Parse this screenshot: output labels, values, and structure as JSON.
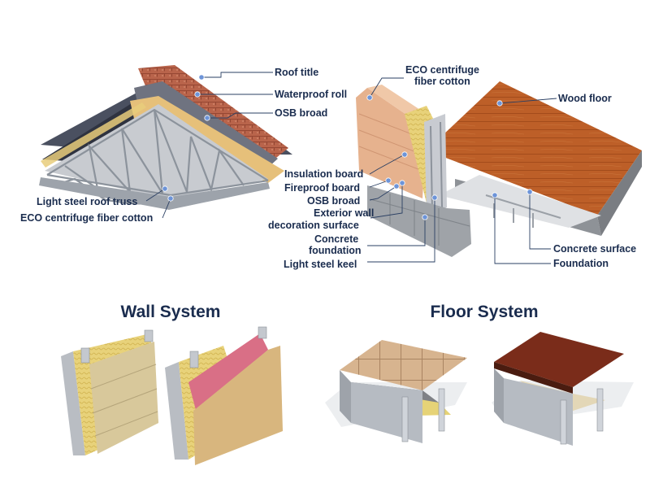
{
  "roof_labels": {
    "roof_tile": "Roof title",
    "waterproof_roll": "Waterproof roll",
    "osb": "OSB broad",
    "truss": "Light steel roof truss",
    "fiber_cotton": "ECO centrifuge fiber cotton"
  },
  "wall_floor_labels": {
    "eco_line1": "ECO centrifuge",
    "eco_line2": "fiber cotton",
    "wood_floor": "Wood floor",
    "insulation_board": "Insulation board",
    "fireproof_board": "Fireproof board",
    "osb": "OSB broad",
    "exterior_line1": "Exterior wall",
    "exterior_line2": "decoration surface",
    "concrete_line1": "Concrete",
    "concrete_line2": "foundation",
    "keel": "Light steel keel",
    "concrete_surface": "Concrete surface",
    "foundation": "Foundation"
  },
  "section_titles": {
    "wall": "Wall System",
    "floor": "Floor System"
  },
  "colors": {
    "label_text": "#1a2c4e",
    "leader_line": "#2a3f63",
    "marker_dot": "#6d94d8",
    "roof_tile": "#b86a52",
    "wood_floor": "#b85a26",
    "insulation": "#e8dc7a",
    "siding": "#d9c79a",
    "steel": "#a8aeb6"
  }
}
